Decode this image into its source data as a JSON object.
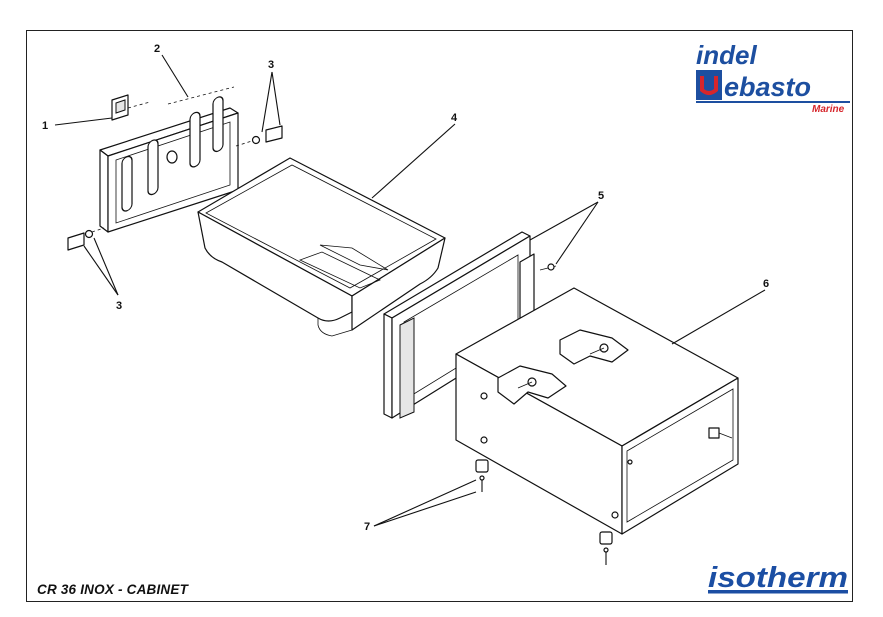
{
  "title": "CR 36 INOX - CABINET",
  "logos": {
    "indel_word": "indel",
    "webasto_word": "ebasto",
    "marine_word": "Marine",
    "isotherm_word": "isotherm"
  },
  "callouts": {
    "c1": "1",
    "c2": "2",
    "c3a": "3",
    "c3b": "3",
    "c4": "4",
    "c5": "5",
    "c6": "6",
    "c7": "7"
  },
  "colors": {
    "indel_blue": "#1d4fa0",
    "webasto_red": "#d6262c",
    "isotherm_blue": "#1b4ea3",
    "line": "#111111"
  }
}
